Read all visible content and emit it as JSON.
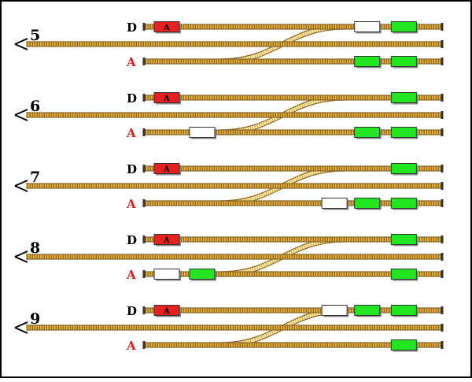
{
  "colors": {
    "background": "#ffffff",
    "border": "#000000",
    "rail": "#8a6a2a",
    "tie": "#f2b32a",
    "red_car": "#e82020",
    "green_car": "#22e622",
    "white_car": "#ffffff",
    "label_red": "#d81e1e",
    "label_black": "#000000"
  },
  "labels": {
    "departure": "D",
    "arrival": "A",
    "engine_letter": "A"
  },
  "stages": [
    {
      "number": "5",
      "cars": [
        {
          "track": "top",
          "kind": "engine",
          "color": "red",
          "slot": 0.0
        },
        {
          "track": "top",
          "kind": "car",
          "color": "white",
          "slot": 0.765
        },
        {
          "track": "top",
          "kind": "car",
          "color": "green",
          "slot": 0.905
        },
        {
          "track": "bottom",
          "kind": "car",
          "color": "green",
          "slot": 0.765
        },
        {
          "track": "bottom",
          "kind": "car",
          "color": "green",
          "slot": 0.905
        }
      ]
    },
    {
      "number": "6",
      "cars": [
        {
          "track": "top",
          "kind": "engine",
          "color": "red",
          "slot": 0.0
        },
        {
          "track": "top",
          "kind": "car",
          "color": "green",
          "slot": 0.905
        },
        {
          "track": "bottom",
          "kind": "car",
          "color": "white",
          "slot": 0.135
        },
        {
          "track": "bottom",
          "kind": "car",
          "color": "green",
          "slot": 0.765
        },
        {
          "track": "bottom",
          "kind": "car",
          "color": "green",
          "slot": 0.905
        }
      ]
    },
    {
      "number": "7",
      "cars": [
        {
          "track": "top",
          "kind": "engine",
          "color": "red",
          "slot": 0.0
        },
        {
          "track": "top",
          "kind": "car",
          "color": "green",
          "slot": 0.905
        },
        {
          "track": "bottom",
          "kind": "car",
          "color": "white",
          "slot": 0.64
        },
        {
          "track": "bottom",
          "kind": "car",
          "color": "green",
          "slot": 0.765
        },
        {
          "track": "bottom",
          "kind": "car",
          "color": "green",
          "slot": 0.905
        }
      ]
    },
    {
      "number": "8",
      "cars": [
        {
          "track": "top",
          "kind": "engine",
          "color": "red",
          "slot": 0.0
        },
        {
          "track": "top",
          "kind": "car",
          "color": "green",
          "slot": 0.905
        },
        {
          "track": "bottom",
          "kind": "car",
          "color": "white",
          "slot": 0.0
        },
        {
          "track": "bottom",
          "kind": "car",
          "color": "green",
          "slot": 0.135
        },
        {
          "track": "bottom",
          "kind": "car",
          "color": "green",
          "slot": 0.905
        }
      ]
    },
    {
      "number": "9",
      "cars": [
        {
          "track": "top",
          "kind": "engine",
          "color": "red",
          "slot": 0.0
        },
        {
          "track": "top",
          "kind": "car",
          "color": "white",
          "slot": 0.64
        },
        {
          "track": "top",
          "kind": "car",
          "color": "green",
          "slot": 0.765
        },
        {
          "track": "top",
          "kind": "car",
          "color": "green",
          "slot": 0.905
        },
        {
          "track": "bottom",
          "kind": "car",
          "color": "green",
          "slot": 0.905
        }
      ]
    }
  ]
}
